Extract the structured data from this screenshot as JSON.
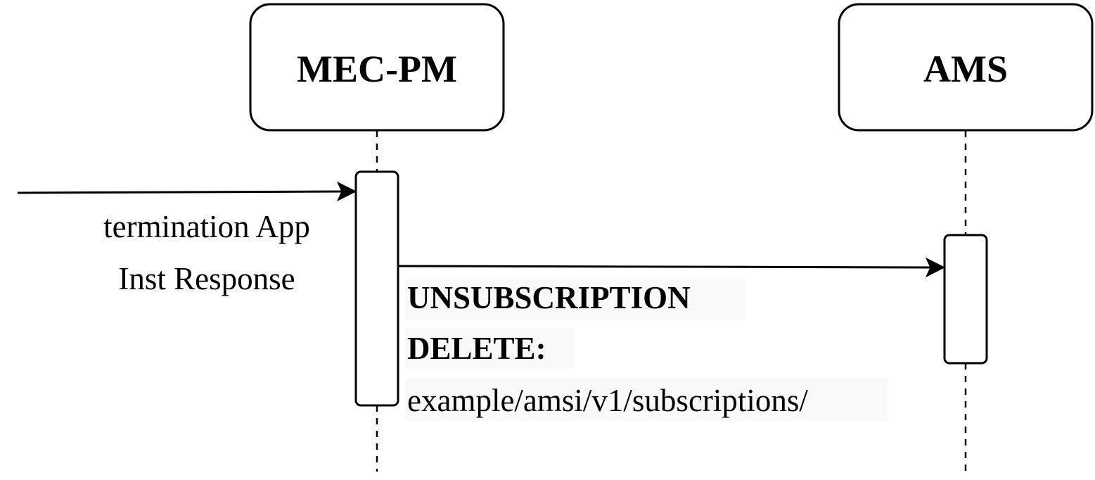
{
  "participants": [
    {
      "id": "mec-pm",
      "label": "MEC-PM"
    },
    {
      "id": "ams",
      "label": "AMS"
    }
  ],
  "messages": {
    "incoming": {
      "line1": "termination App",
      "line2": "Inst Response"
    },
    "unsubscribe": {
      "line1": "UNSUBSCRIPTION",
      "line2": "DELETE:",
      "line3": "example/amsi/v1/subscriptions/"
    }
  },
  "colors": {
    "stroke": "#000000",
    "background": "#ffffff",
    "label_background": "#f9f9f9"
  }
}
